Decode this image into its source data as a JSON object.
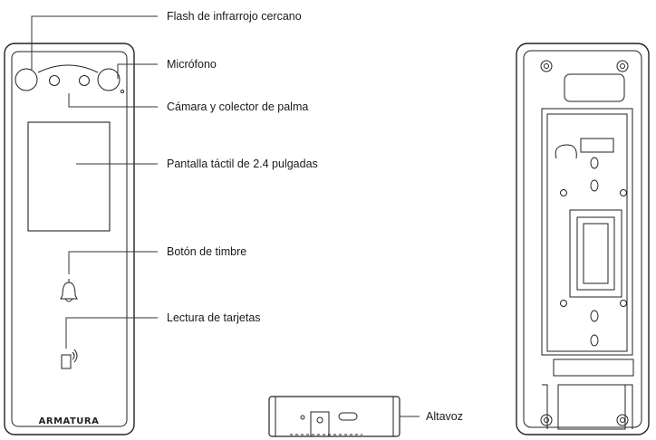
{
  "labels": {
    "nir_flash": "Flash de infrarrojo cercano",
    "microphone": "Micrófono",
    "camera_palm": "Cámara y colector de palma",
    "touchscreen": "Pantalla táctil de 2.4 pulgadas",
    "doorbell": "Botón de timbre",
    "card_reader": "Lectura de tarjetas",
    "speaker": "Altavoz"
  },
  "brand": "ARMATURA"
}
